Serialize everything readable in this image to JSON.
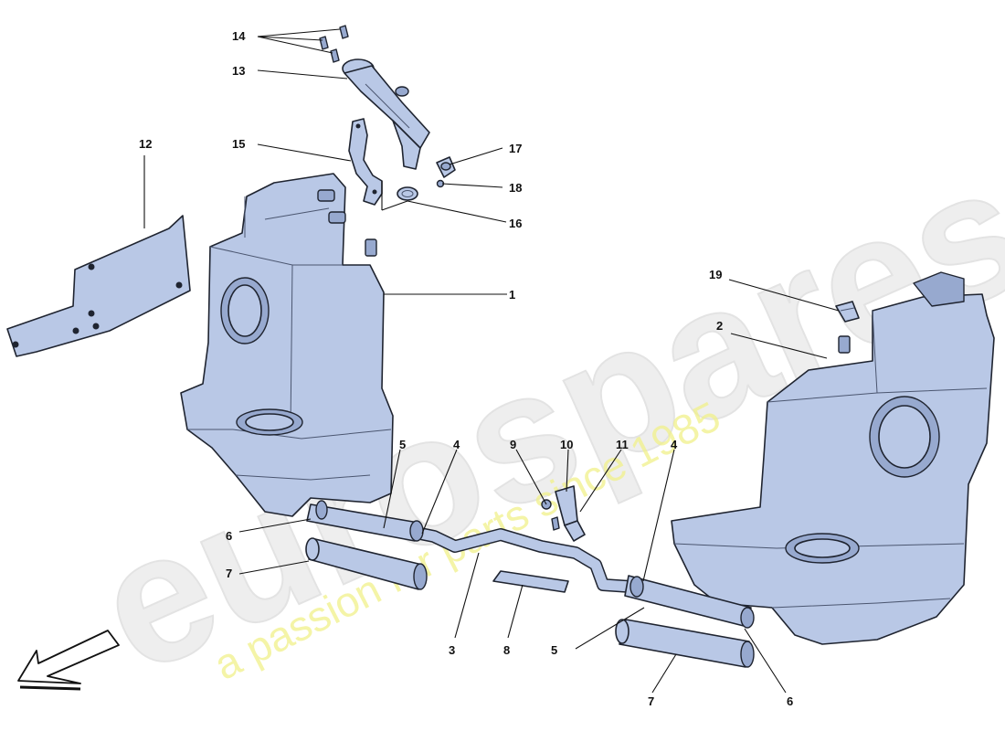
{
  "watermark": {
    "brand": "eurospares",
    "tagline": "a passion for parts since 1985"
  },
  "callouts": {
    "c1": "1",
    "c2": "2",
    "c3": "3",
    "c4a": "4",
    "c4b": "4",
    "c5a": "5",
    "c5b": "5",
    "c6a": "6",
    "c6b": "6",
    "c7a": "7",
    "c7b": "7",
    "c8": "8",
    "c9": "9",
    "c10": "10",
    "c11": "11",
    "c12": "12",
    "c13": "13",
    "c14": "14",
    "c15": "15",
    "c16": "16",
    "c17": "17",
    "c18": "18",
    "c19": "19"
  },
  "colors": {
    "part_fill": "#b9c8e6",
    "outline": "#1f2430",
    "watermark_text": "#eeeeee",
    "tagline": "#f1f18a"
  },
  "icons": {
    "direction_arrow": "front-direction-arrow-icon"
  }
}
